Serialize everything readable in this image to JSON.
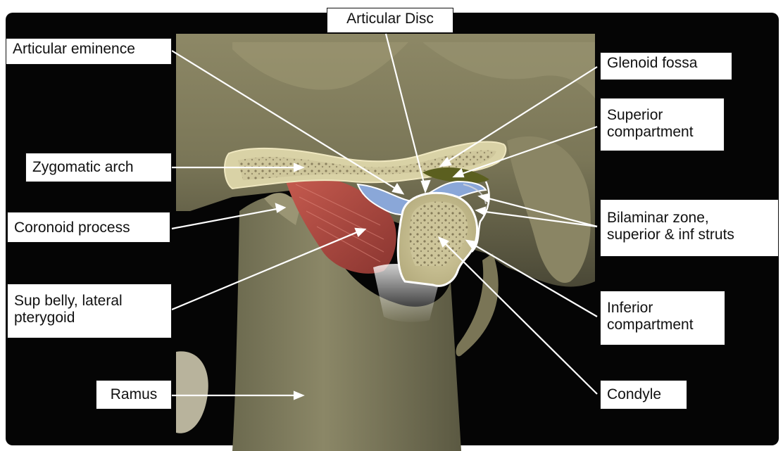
{
  "diagram": {
    "labels": {
      "articular_disc": "Articular Disc",
      "articular_eminence": "Articular eminence",
      "glenoid_fossa": "Glenoid fossa",
      "superior_compartment": "Superior\ncompartment",
      "zygomatic_arch": "Zygomatic arch",
      "coronoid_process": "Coronoid process",
      "bilaminar_zone": "Bilaminar zone,\nsuperior & inf struts",
      "sup_belly": "Sup belly, lateral\npterygoid",
      "inferior_compartment": "Inferior\ncompartment",
      "ramus": "Ramus",
      "condyle": "Condyle"
    },
    "colors": {
      "background": "#050505",
      "bone": "#b3ab80",
      "bone_light": "#d9d2a6",
      "muscle": "#a8443c",
      "disc": "#8aa7d8",
      "pointer": "#ffffff"
    }
  }
}
